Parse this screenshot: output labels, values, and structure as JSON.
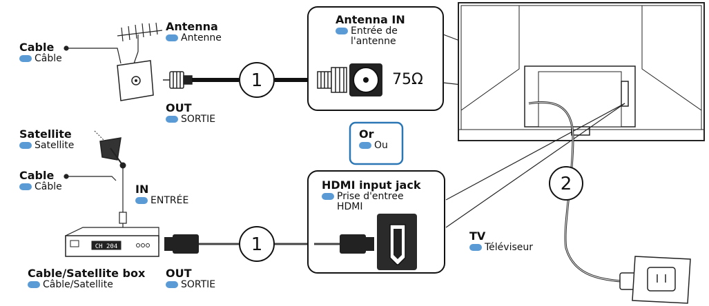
{
  "colors": {
    "accent_dot": "#5b9bd5",
    "or_box_border": "#2b77b5",
    "ink": "#111111"
  },
  "labels": {
    "cable_top": {
      "en": "Cable",
      "fr": "Câble"
    },
    "antenna": {
      "en": "Antenna",
      "fr": "Antenne"
    },
    "out_top": {
      "en": "OUT",
      "fr": "SORTIE"
    },
    "antenna_in": {
      "en": "Antenna IN",
      "fr_line1": "Entrée de",
      "fr_line2": "l'antenne"
    },
    "impedance": "75Ω",
    "or_box": {
      "en": "Or",
      "fr": "Ou"
    },
    "satellite": {
      "en": "Satellite",
      "fr": "Satellite"
    },
    "cable_mid": {
      "en": "Cable",
      "fr": "Câble"
    },
    "in_box": {
      "en": "IN",
      "fr": "ENTRÉE"
    },
    "box": {
      "en": "Cable/Satellite box",
      "fr": "Câble/Satellite",
      "display": "CH 204"
    },
    "out_bottom": {
      "en": "OUT",
      "fr": "SORTIE"
    },
    "hdmi": {
      "en": "HDMI input jack",
      "fr_line1": "Prise d'entree",
      "fr_line2": "HDMI"
    },
    "tv": {
      "en": "TV",
      "fr": "Téléviseur"
    },
    "step1": "1",
    "step2": "2"
  },
  "icons": [
    "antenna-icon",
    "wall-plate-icon",
    "satellite-dish-icon",
    "coax-connector-icon",
    "hdmi-plug-icon",
    "hdmi-port-icon",
    "tv-back-icon",
    "power-plug-icon",
    "wall-outlet-icon",
    "cable-box-icon"
  ]
}
